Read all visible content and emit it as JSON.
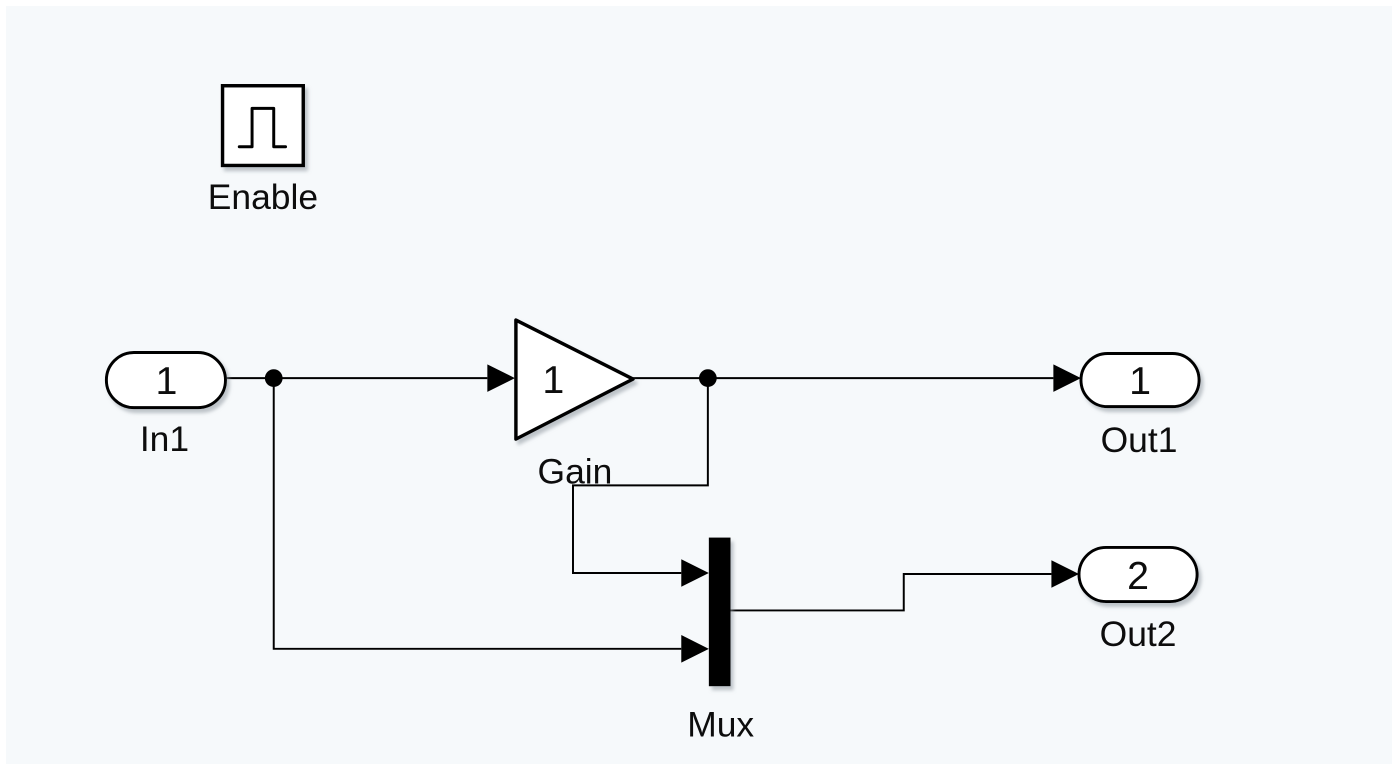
{
  "diagram": {
    "type": "simulink-block-diagram",
    "blocks": {
      "enable": {
        "label": "Enable",
        "icon": "pulse-icon"
      },
      "in1": {
        "port": "1",
        "label": "In1"
      },
      "gain": {
        "value": "1",
        "label": "Gain"
      },
      "mux": {
        "label": "Mux"
      },
      "out1": {
        "port": "1",
        "label": "Out1"
      },
      "out2": {
        "port": "2",
        "label": "Out2"
      }
    },
    "connections": [
      {
        "from": "In1",
        "to": "Gain"
      },
      {
        "from": "Gain",
        "to": "Out1"
      },
      {
        "from": "Gain",
        "to": "Mux input 1"
      },
      {
        "from": "In1",
        "to": "Mux input 2"
      },
      {
        "from": "Mux",
        "to": "Out2"
      }
    ],
    "colors": {
      "background": "#f6f9fb",
      "wire": "#000000",
      "block_border": "#000000",
      "block_fill": "#ffffff",
      "mux_fill": "#000000"
    }
  }
}
